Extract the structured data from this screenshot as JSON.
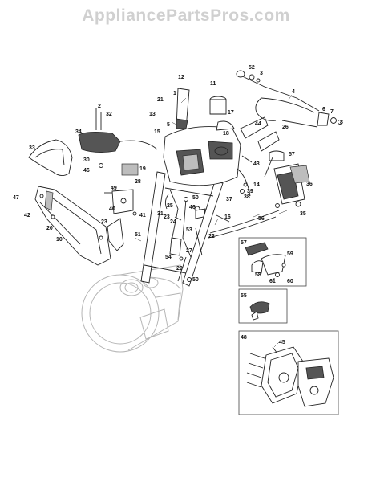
{
  "watermark": "AppliancePartsPros.com",
  "colors": {
    "line": "#222222",
    "housing": "#b5b5b5",
    "panel": "#555555",
    "watermark": "#d0d0d0"
  },
  "callouts": [
    {
      "id": "c1",
      "text": "1"
    },
    {
      "id": "c2",
      "text": "2"
    },
    {
      "id": "c3",
      "text": "3"
    },
    {
      "id": "c4",
      "text": "4"
    },
    {
      "id": "c5",
      "text": "5"
    },
    {
      "id": "c6",
      "text": "6"
    },
    {
      "id": "c7",
      "text": "7"
    },
    {
      "id": "c8",
      "text": "8"
    },
    {
      "id": "c10",
      "text": "10"
    },
    {
      "id": "c11",
      "text": "11"
    },
    {
      "id": "c12",
      "text": "12"
    },
    {
      "id": "c13",
      "text": "13"
    },
    {
      "id": "c14",
      "text": "14"
    },
    {
      "id": "c15",
      "text": "15"
    },
    {
      "id": "c16",
      "text": "16"
    },
    {
      "id": "c17",
      "text": "17"
    },
    {
      "id": "c18",
      "text": "18"
    },
    {
      "id": "c19",
      "text": "19"
    },
    {
      "id": "c20",
      "text": "20"
    },
    {
      "id": "c21",
      "text": "21"
    },
    {
      "id": "c22",
      "text": "22"
    },
    {
      "id": "c23a",
      "text": "23"
    },
    {
      "id": "c23b",
      "text": "23"
    },
    {
      "id": "c24",
      "text": "24"
    },
    {
      "id": "c25",
      "text": "25"
    },
    {
      "id": "c26",
      "text": "26"
    },
    {
      "id": "c27",
      "text": "27"
    },
    {
      "id": "c28",
      "text": "28"
    },
    {
      "id": "c29",
      "text": "29"
    },
    {
      "id": "c30",
      "text": "30"
    },
    {
      "id": "c31",
      "text": "31"
    },
    {
      "id": "c32",
      "text": "32"
    },
    {
      "id": "c33",
      "text": "33"
    },
    {
      "id": "c34",
      "text": "34"
    },
    {
      "id": "c35",
      "text": "35"
    },
    {
      "id": "c36",
      "text": "36"
    },
    {
      "id": "c37",
      "text": "37"
    },
    {
      "id": "c38",
      "text": "38"
    },
    {
      "id": "c39",
      "text": "39"
    },
    {
      "id": "c40",
      "text": "40"
    },
    {
      "id": "c41",
      "text": "41"
    },
    {
      "id": "c42",
      "text": "42"
    },
    {
      "id": "c43",
      "text": "43"
    },
    {
      "id": "c44",
      "text": "44"
    },
    {
      "id": "c45",
      "text": "45"
    },
    {
      "id": "c46a",
      "text": "46"
    },
    {
      "id": "c46b",
      "text": "46"
    },
    {
      "id": "c47",
      "text": "47"
    },
    {
      "id": "c48",
      "text": "48"
    },
    {
      "id": "c49",
      "text": "49"
    },
    {
      "id": "c50a",
      "text": "50"
    },
    {
      "id": "c50b",
      "text": "50"
    },
    {
      "id": "c51",
      "text": "51"
    },
    {
      "id": "c52",
      "text": "52"
    },
    {
      "id": "c53",
      "text": "53"
    },
    {
      "id": "c54",
      "text": "54"
    },
    {
      "id": "c55",
      "text": "55"
    },
    {
      "id": "c56",
      "text": "56"
    },
    {
      "id": "c57a",
      "text": "57"
    },
    {
      "id": "c57b",
      "text": "57"
    },
    {
      "id": "c58",
      "text": "58"
    },
    {
      "id": "c59",
      "text": "59"
    },
    {
      "id": "c60",
      "text": "60"
    },
    {
      "id": "c61",
      "text": "61"
    }
  ]
}
